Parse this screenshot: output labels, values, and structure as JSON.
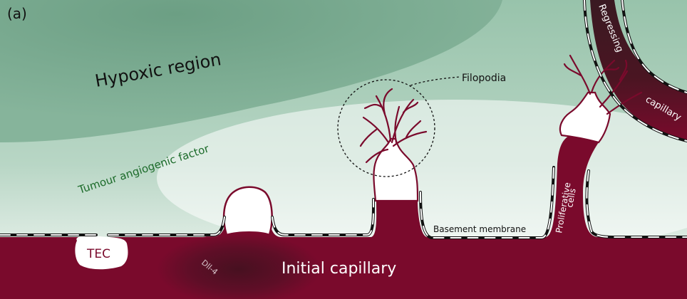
{
  "panel_label": "(a)",
  "labels": {
    "hypoxic": "Hypoxic region",
    "factor": "Tumour angiogenic factor",
    "filopodia": "Filopodia",
    "regressing": "Regressing",
    "capillary": "capillary",
    "proliferative_line1": "Proliferative",
    "proliferative_line2": "cells",
    "basement": "Basement membrane",
    "tec": "TEC",
    "dll4": "Dll-4",
    "initial": "Initial capillary"
  },
  "colors": {
    "vessel": "#7a0a2c",
    "vessel_dark": "#3a0e1c",
    "hypoxic": "#7aab90",
    "factor_text": "#1c6b2a"
  }
}
